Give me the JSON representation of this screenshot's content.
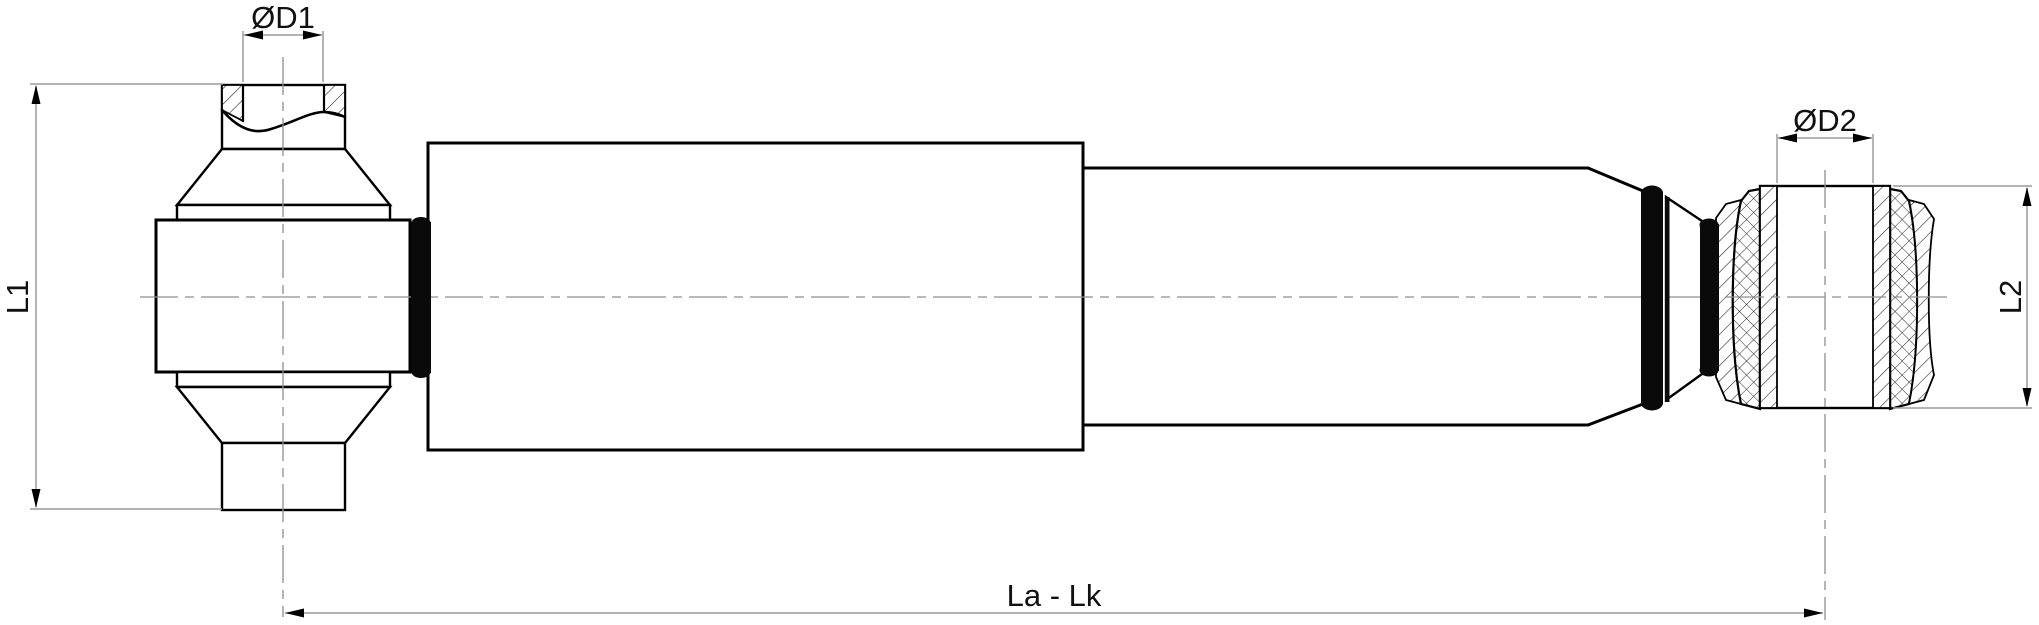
{
  "drawing": {
    "kind": "shock-absorber-technical-drawing",
    "colors": {
      "outline": "#000000",
      "dimension_line": "#9c9c9c",
      "centerline": "#8f8f8f",
      "background": "#ffffff",
      "text": "#111111"
    }
  },
  "dimensions": {
    "d1": {
      "label": "ØD1"
    },
    "d2": {
      "label": "ØD2"
    },
    "l1": {
      "label": "L1"
    },
    "l2": {
      "label": "L2"
    },
    "la_lk": {
      "label": "La - Lk"
    }
  }
}
